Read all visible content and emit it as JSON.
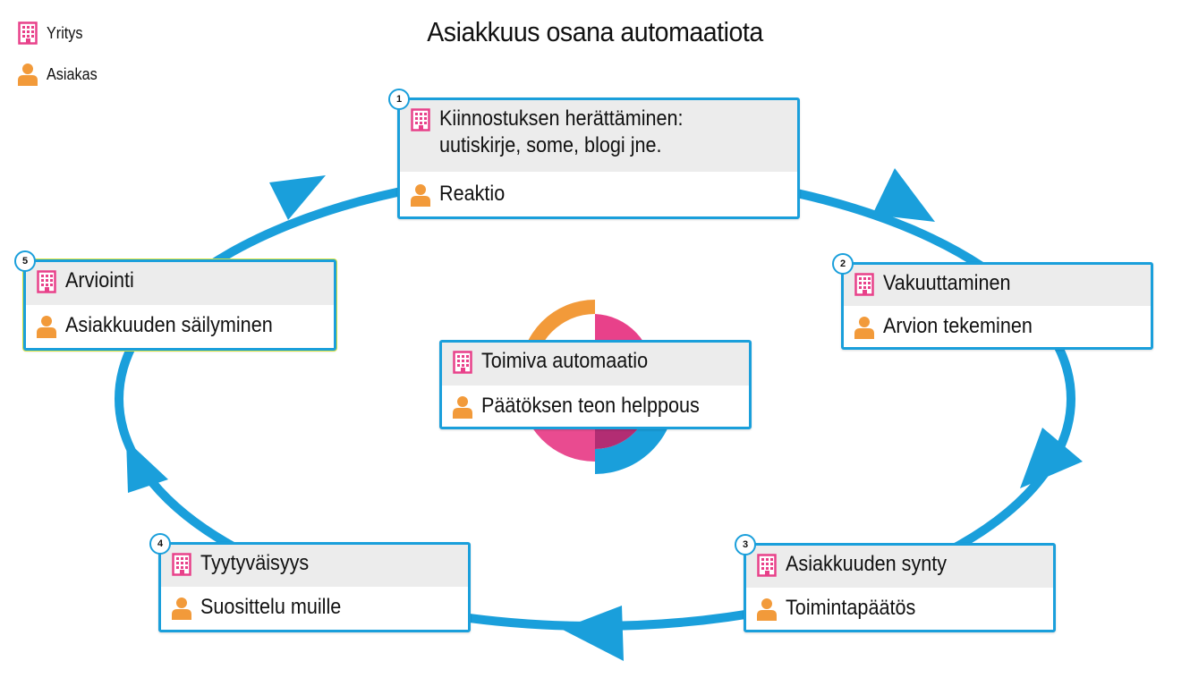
{
  "title": "Asiakkuus osana automaatiota",
  "legend": {
    "company_label": "Yritys",
    "customer_label": "Asiakas"
  },
  "colors": {
    "arrow": "#1a9fdb",
    "company_icon": "#e8418a",
    "customer_icon": "#f29a3a",
    "header_bg": "#ececec"
  },
  "center": {
    "company": "Toimiva automaatio",
    "customer": "Päätöksen teon helppous"
  },
  "steps": [
    {
      "number": "1",
      "company": "Kiinnostuksen herättäminen:\nuutiskirje, some, blogi jne.",
      "customer": "Reaktio"
    },
    {
      "number": "2",
      "company": "Vakuuttaminen",
      "customer": "Arvion tekeminen"
    },
    {
      "number": "3",
      "company": "Asiakkuuden synty",
      "customer": "Toimintapäätös"
    },
    {
      "number": "4",
      "company": "Tyytyväisyys",
      "customer": "Suosittelu muille"
    },
    {
      "number": "5",
      "company": "Arviointi",
      "customer": "Asiakkuuden säilyminen"
    }
  ]
}
